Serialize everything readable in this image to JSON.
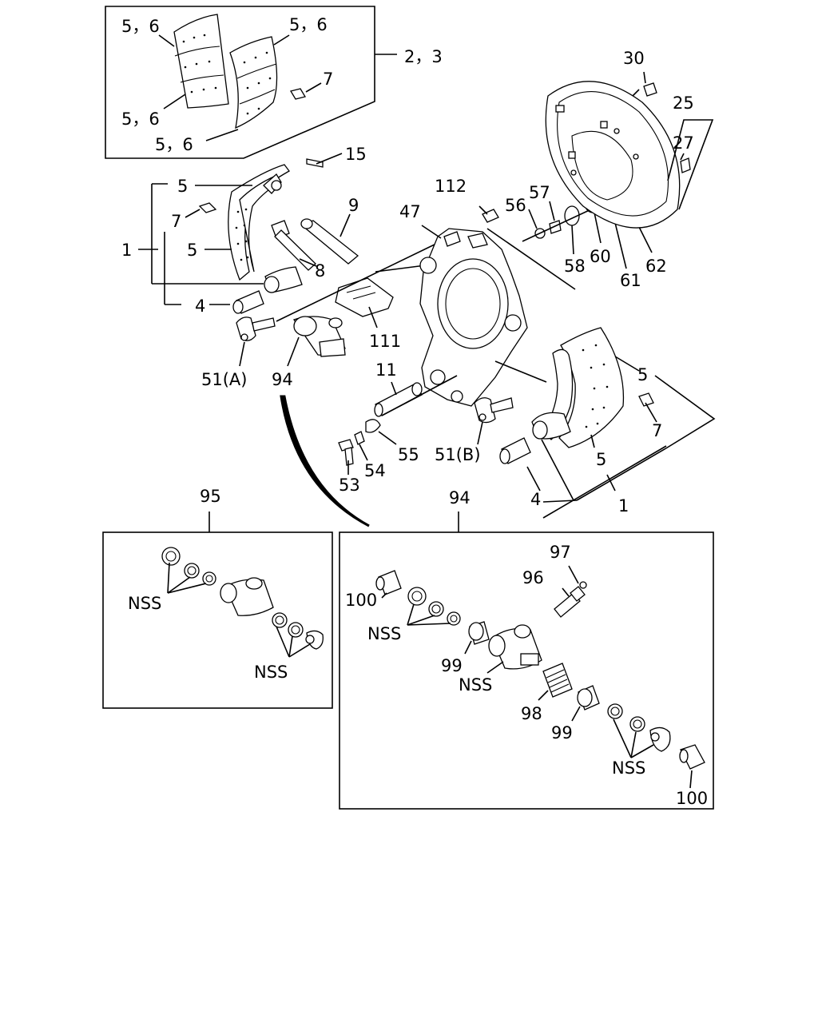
{
  "diagram": {
    "labels": {
      "l_56_top_l": "5，6",
      "l_56_top_r": "5，6",
      "l_23": "2，3",
      "l_7_box": "7",
      "l_56_mid": "5，6",
      "l_56_bot": "5，6",
      "l_15": "15",
      "l_5_a": "5",
      "l_7_a": "7",
      "l_1_a": "1",
      "l_5_b": "5",
      "l_9": "9",
      "l_8": "8",
      "l_4_a": "4",
      "l_47": "47",
      "l_112": "112",
      "l_56": "56",
      "l_57": "57",
      "l_58": "58",
      "l_60": "60",
      "l_61": "61",
      "l_62": "62",
      "l_30": "30",
      "l_25": "25",
      "l_27": "27",
      "l_111": "111",
      "l_51a": "51(A)",
      "l_94_a": "94",
      "l_11": "11",
      "l_5_c": "5",
      "l_7_b": "7",
      "l_5_d": "5",
      "l_55": "55",
      "l_54": "54",
      "l_53": "53",
      "l_51b": "51(B)",
      "l_4_b": "4",
      "l_1_b": "1",
      "l_95": "95",
      "l_94_b": "94",
      "l_nss_1": "NSS",
      "l_nss_2": "NSS",
      "l_97": "97",
      "l_96": "96",
      "l_100_a": "100",
      "l_nss_3": "NSS",
      "l_99_a": "99",
      "l_nss_4": "NSS",
      "l_98": "98",
      "l_99_b": "99",
      "l_nss_5": "NSS",
      "l_100_b": "100"
    }
  }
}
